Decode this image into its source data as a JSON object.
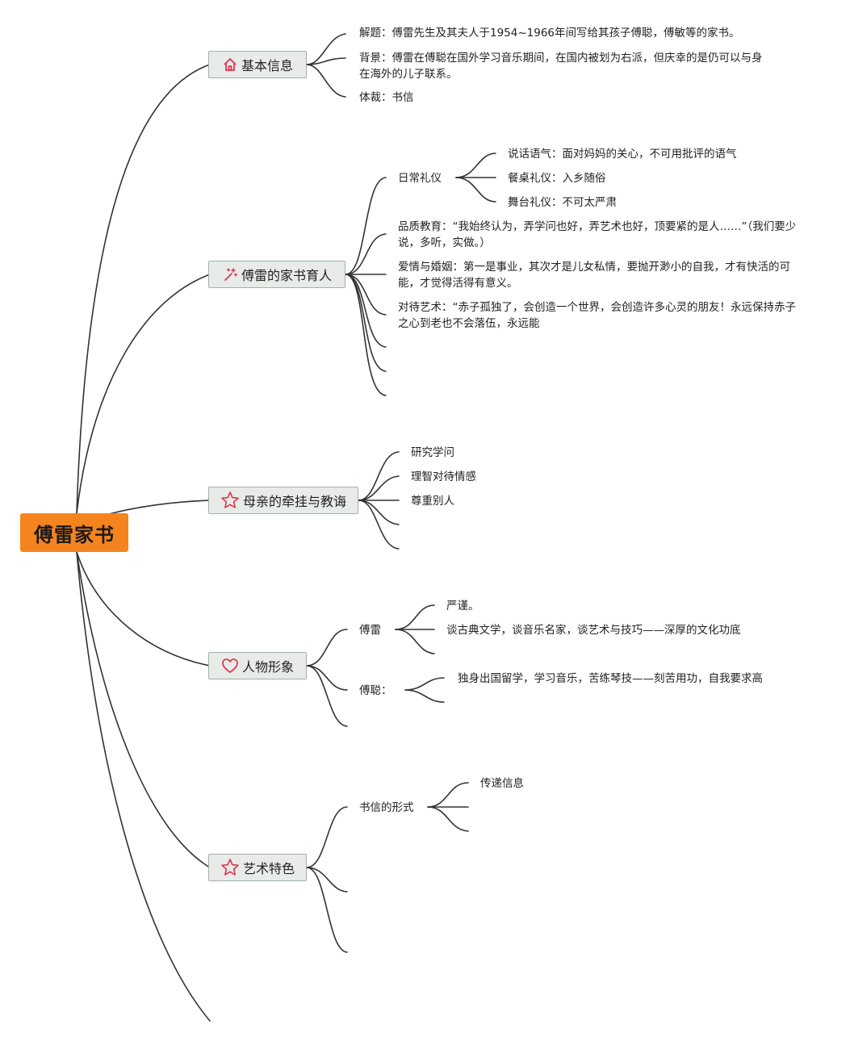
{
  "root": "傅雷家书",
  "branches": {
    "b1": {
      "title": "基本信息",
      "icon": "home-icon",
      "icon_color": "#e0344f",
      "items": [
        "解题：傅雷先生及其夫人于1954~1966年间写给其孩子傅聪，傅敏等的家书。",
        "背景：傅雷在傅聪在国外学习音乐期间，在国内被划为右派，但庆幸的是仍可以与身在海外的儿子联系。",
        "体裁：书信"
      ]
    },
    "b2": {
      "title": "傅雷的家书育人",
      "icon": "sparkle-icon",
      "icon_color": "#e0344f",
      "sub": "日常礼仪",
      "sub_items": [
        "说话语气：面对妈妈的关心，不可用批评的语气",
        "餐桌礼仪：入乡随俗",
        "舞台礼仪：不可太严肃"
      ],
      "items": [
        "品质教育：“我始终认为，弄学问也好，弄艺术也好，顶要紧的是人……”（我们要少说，多听，实做。）",
        "爱情与婚姻：第一是事业，其次才是儿女私情，要抛开渺小的自我，才有快活的可能，才觉得活得有意义。",
        "对待艺术：“赤子孤独了，会创造一个世界，会创造许多心灵的朋友！永远保持赤子之心到老也不会落伍，永远能"
      ]
    },
    "b3": {
      "title": "母亲的牵挂与教诲",
      "icon": "star-icon",
      "icon_color": "#e0344f",
      "items": [
        "研究学问",
        "理智对待情感",
        "尊重别人"
      ]
    },
    "b4": {
      "title": "人物形象",
      "icon": "heart-icon",
      "icon_color": "#e0344f",
      "p1": "傅雷",
      "p1_items": [
        "严谨。",
        "谈古典文学，谈音乐名家，谈艺术与技巧——深厚的文化功底"
      ],
      "p2": "傅聪：",
      "p2_items": [
        "独身出国留学，学习音乐，苦练琴技——刻苦用功，自我要求高"
      ]
    },
    "b5": {
      "title": "艺术特色",
      "icon": "star-icon",
      "icon_color": "#e0344f",
      "sub": "书信的形式",
      "sub_items": [
        "传递信息"
      ]
    }
  }
}
